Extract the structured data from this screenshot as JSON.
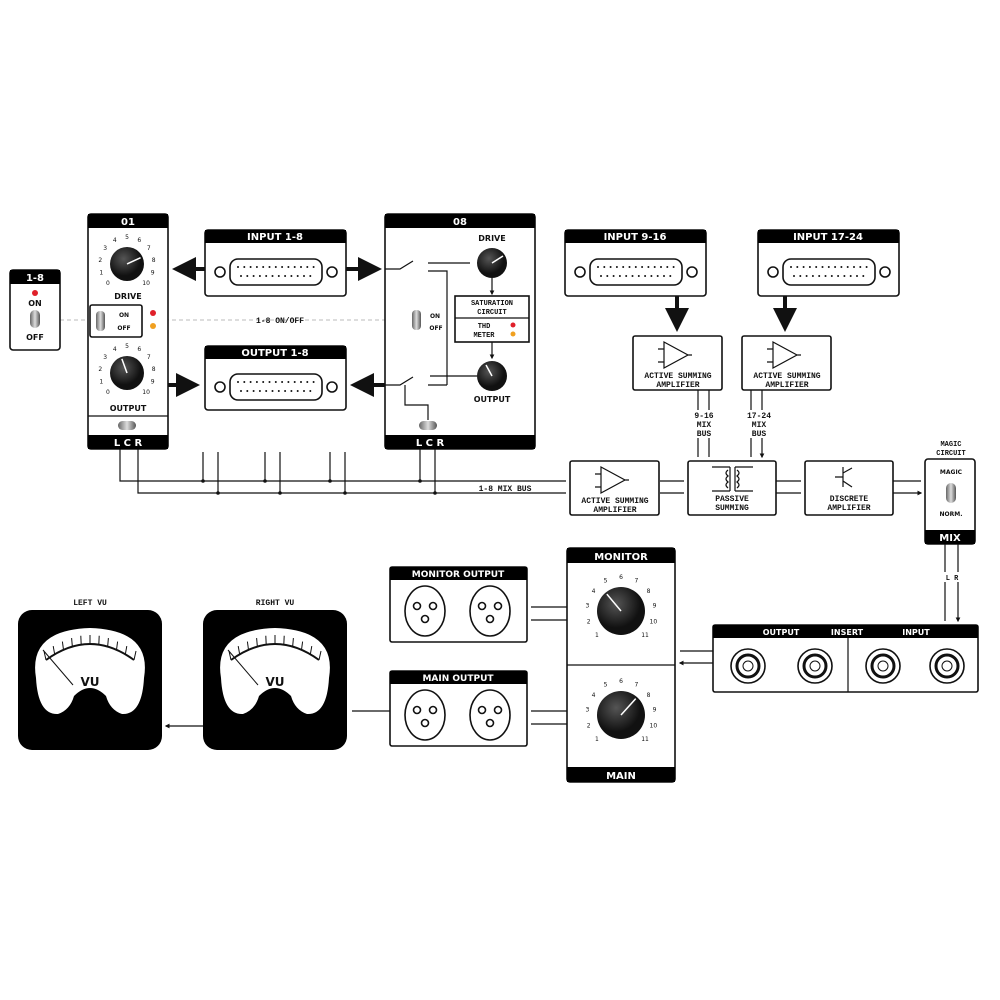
{
  "master_switch": {
    "title": "1-8",
    "on": "ON",
    "off": "OFF"
  },
  "channel_01": {
    "title": "01",
    "drive_label": "DRIVE",
    "output_label": "OUTPUT",
    "switch_on": "ON",
    "switch_off": "OFF",
    "pan": "L C R",
    "scale": [
      "0",
      "1",
      "2",
      "3",
      "4",
      "5",
      "6",
      "7",
      "8",
      "9",
      "10"
    ]
  },
  "channel_08": {
    "title": "08",
    "drive_label": "DRIVE",
    "output_label": "OUTPUT",
    "switch_on": "ON",
    "switch_off": "OFF",
    "pan": "L C R",
    "saturation": [
      "SATURATION",
      "CIRCUIT"
    ],
    "thd": "THD",
    "meter": "METER"
  },
  "input_1_8": "INPUT 1-8",
  "output_1_8": "OUTPUT 1-8",
  "on_off_label": "1-8 ON/OFF",
  "input_9_16": "INPUT 9-16",
  "input_17_24": "INPUT 17-24",
  "amp_label": [
    "ACTIVE SUMMING",
    "AMPLIFIER"
  ],
  "bus_9_16": [
    "9-16",
    "MIX",
    "BUS"
  ],
  "bus_17_24": [
    "17-24",
    "MIX",
    "BUS"
  ],
  "mix_bus_label": "1-8 MIX BUS",
  "passive": [
    "PASSIVE",
    "SUMMING"
  ],
  "discrete": [
    "DISCRETE",
    "AMPLIFIER"
  ],
  "magic": {
    "caption": [
      "MAGIC",
      "CIRCUIT"
    ],
    "magic": "MAGIC",
    "norm": "NORM.",
    "title": "MIX"
  },
  "lr_label": "L  R",
  "insert": {
    "output": "OUTPUT",
    "insert": "INSERT",
    "input": "INPUT"
  },
  "monitor": {
    "title": "MONITOR",
    "bottom": "MAIN",
    "scale": [
      "1",
      "2",
      "3",
      "4",
      "5",
      "6",
      "7",
      "8",
      "9",
      "10",
      "11"
    ]
  },
  "monitor_output": "MONITOR OUTPUT",
  "main_output": "MAIN OUTPUT",
  "left_vu": {
    "caption": "LEFT VU",
    "face": "VU"
  },
  "right_vu": {
    "caption": "RIGHT VU",
    "face": "VU"
  },
  "colors": {
    "led_red": "#e0202a",
    "led_orange": "#f0a020",
    "ink": "#111111"
  }
}
